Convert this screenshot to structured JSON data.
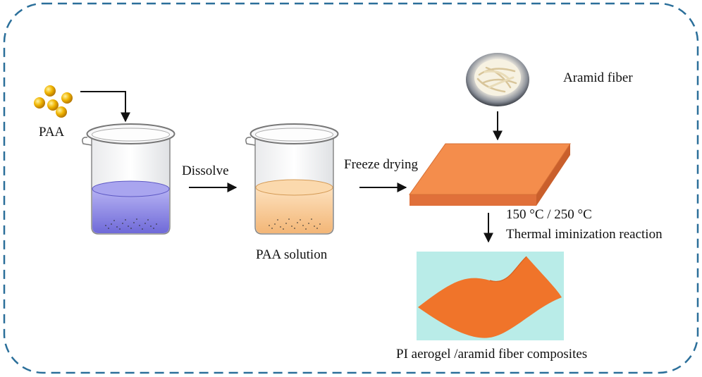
{
  "labels": {
    "paa": "PAA",
    "dissolve": "Dissolve",
    "paa_solution": "PAA solution",
    "freeze_drying": "Freeze drying",
    "aramid_fiber": "Aramid fiber",
    "temperature": "150 °C / 250 °C",
    "thermal_reaction": "Thermal iminization reaction",
    "composites": "PI aerogel /aramid fiber composites"
  },
  "colors": {
    "border": "#2b6f9a",
    "arrow": "#111111",
    "paa_particle": "#f0b400",
    "beaker1_liquid": "#8f8be6",
    "beaker2_liquid": "#f8cd9a",
    "aerogel_block": "#f28a4a",
    "composite_bg": "#b8ece8",
    "composite_sheet": "#f0742a"
  },
  "icons": [
    "paa-particles-icon",
    "beaker-icon",
    "aramid-fiber-dish-icon",
    "aerogel-block-icon",
    "composite-sheet-icon"
  ]
}
